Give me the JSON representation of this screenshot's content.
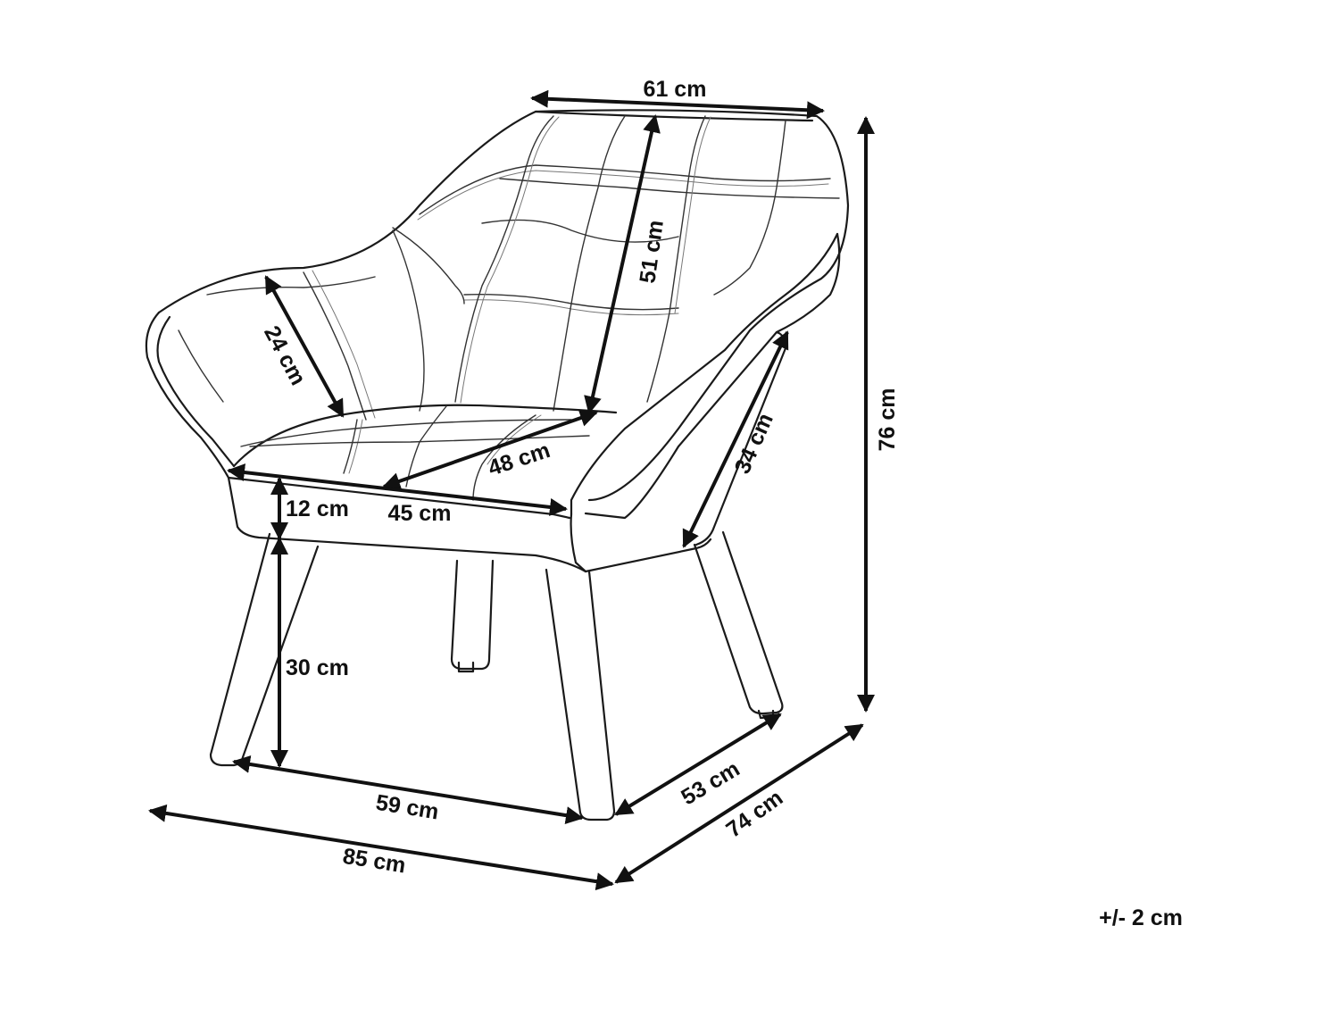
{
  "dimensions": {
    "backrest_width": "61 cm",
    "backrest_height": "51 cm",
    "armrest_height": "24 cm",
    "seat_depth": "48 cm",
    "armrest_length": "34 cm",
    "seat_thickness": "12 cm",
    "seat_width": "45 cm",
    "seat_height_from_floor": "30 cm",
    "leg_width_span": "59 cm",
    "leg_depth_span": "53 cm",
    "overall_width": "85 cm",
    "overall_depth": "74 cm",
    "overall_height": "76 cm"
  },
  "tolerance": "+/- 2 cm"
}
